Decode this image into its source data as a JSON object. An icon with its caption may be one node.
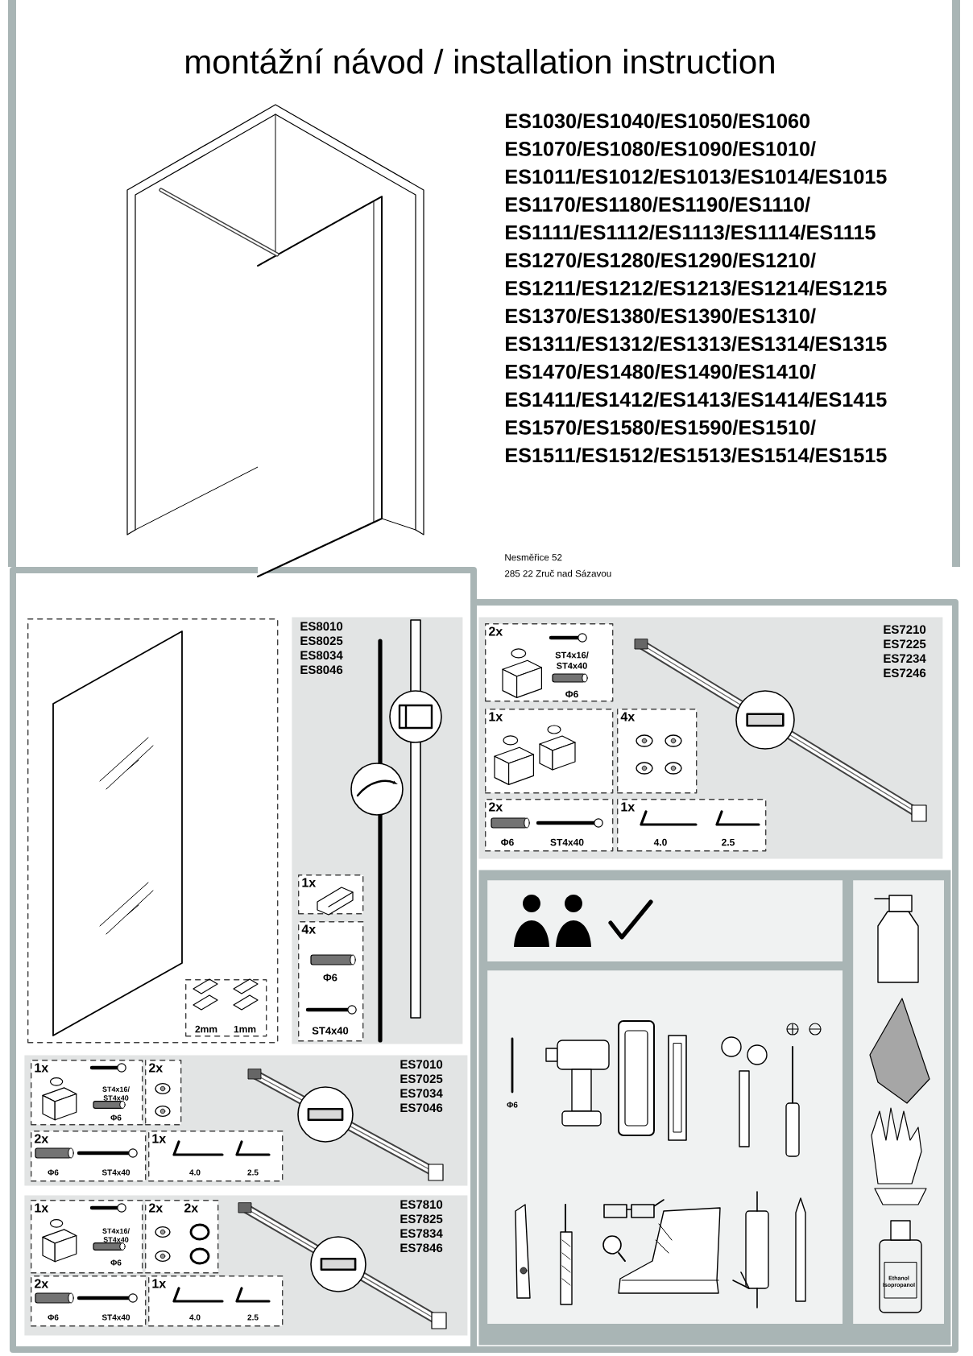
{
  "diagram": {
    "title": "montážní návod / installation instruction",
    "nodes": [
      {
        "text": [],
        "shape": "box"
      },
      {
        "text": [
          "2mm",
          "1mm"
        ],
        "in": 0
      },
      {
        "text": [
          "ES8010 ES8025 ES8034 ES8046"
        ]
      },
      {
        "text": [
          "1x"
        ],
        "in": 2
      },
      {
        "text": [
          "4x",
          "Φ6",
          "ST4x40"
        ],
        "in": 2
      },
      {
        "text": [
          "ES7210 ES7225 ES7234 ES7246"
        ]
      },
      {
        "text": [
          "2x",
          "ST4x16/ ST4x40",
          "Φ6"
        ],
        "in": 5
      },
      {
        "text": [
          "1x"
        ],
        "in": 5
      },
      {
        "text": [
          "4x"
        ],
        "in": 5
      },
      {
        "text": [
          "2x",
          "Φ6",
          "ST4x40"
        ],
        "in": 5
      },
      {
        "text": [
          "1x",
          "4.0",
          "2.5"
        ],
        "in": 5
      },
      {
        "text": [
          "ES7010 ES7025 ES7034 ES7046"
        ]
      },
      {
        "text": [
          "1x",
          "ST4x16/ ST4x40",
          "Φ6"
        ],
        "in": 11
      },
      {
        "text": [
          "2x"
        ],
        "in": 11
      },
      {
        "text": [
          "2x",
          "Φ6",
          "ST4x40"
        ],
        "in": 11
      },
      {
        "text": [
          "1x",
          "4.0",
          "2.5"
        ],
        "in": 11
      },
      {
        "text": [
          "ES7810 ES7825 ES7834 ES7846"
        ]
      },
      {
        "text": [
          "1x",
          "ST4x16/ ST4x40",
          "Φ6"
        ],
        "in": 16
      },
      {
        "text": [
          "2x",
          "2x"
        ],
        "in": 16
      },
      {
        "text": [
          "2x",
          "Φ6",
          "ST4x40"
        ],
        "in": 16
      },
      {
        "text": [
          "1x",
          "4.0",
          "2.5"
        ],
        "in": 16
      },
      {
        "text": [],
        "shape": "box"
      },
      {
        "text": [],
        "shape": "box",
        "in": 21
      },
      {
        "text": [
          "Φ6"
        ],
        "in": 21
      },
      {
        "text": [
          "Ethanol Isopropanol"
        ],
        "in": 21
      }
    ],
    "labels": [
      "ES1030/ES1040/ES1050/ES1060",
      "ES1070/ES1080/ES1090/ES1010/",
      "ES1011/ES1012/ES1013/ES1014/ES1015",
      "ES1170/ES1180/ES1190/ES1110/",
      "ES1111/ES1112/ES1113/ES1114/ES1115",
      "ES1270/ES1280/ES1290/ES1210/",
      "ES1211/ES1212/ES1213/ES1214/ES1215",
      "ES1370/ES1380/ES1390/ES1310/",
      "ES1311/ES1312/ES1313/ES1314/ES1315",
      "ES1470/ES1480/ES1490/ES1410/",
      "ES1411/ES1412/ES1413/ES1414/ES1415",
      "ES1570/ES1580/ES1590/ES1510/",
      "ES1511/ES1512/ES1513/ES1514/ES1515",
      "Nesměřice 52",
      "285 22 Zruč nad Sázavou"
    ]
  }
}
